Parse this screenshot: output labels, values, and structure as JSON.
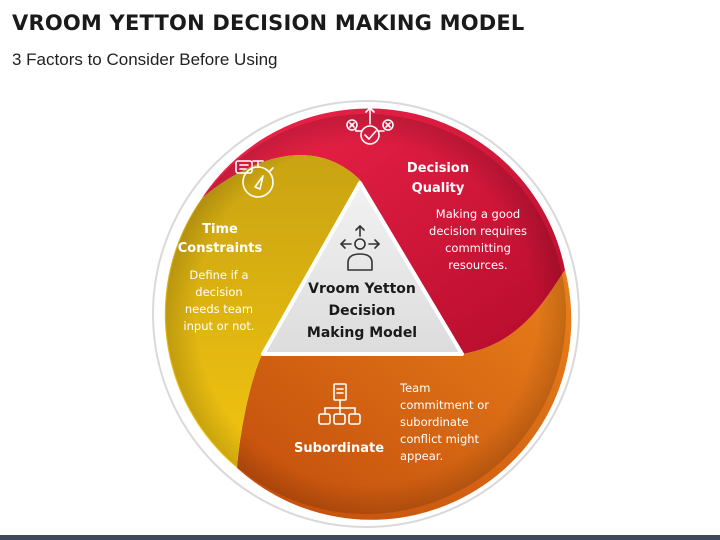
{
  "title": "VROOM YETTON DECISION MAKING MODEL",
  "subtitle": "3 Factors to Consider Before Using",
  "center": {
    "lines": [
      "Vroom Yetton",
      "Decision",
      "Making Model"
    ],
    "icon": "person-choices-icon"
  },
  "segments": [
    {
      "id": "decision-quality",
      "heading": [
        "Decision",
        "Quality"
      ],
      "body": [
        "Making a good",
        "decision requires",
        "committing",
        "resources."
      ],
      "icon": "decision-check-icon",
      "color": "#e0143c"
    },
    {
      "id": "time-constraints",
      "heading": [
        "Time",
        "Constraints"
      ],
      "body": [
        "Define if a",
        "decision",
        "needs team",
        "input or not."
      ],
      "icon": "stopwatch-icon",
      "color": "#e8b811"
    },
    {
      "id": "subordinate",
      "heading": [
        "Subordinate"
      ],
      "body": [
        "Team",
        "commitment or",
        "subordinate",
        "conflict might",
        "appear."
      ],
      "icon": "org-chart-icon",
      "color": "#e06a14"
    }
  ],
  "colors": {
    "red": "#e0143c",
    "yellow": "#e8b811",
    "orange": "#e06a14",
    "triangle": "#e6e6e6",
    "footer": "#3d4a5c"
  }
}
